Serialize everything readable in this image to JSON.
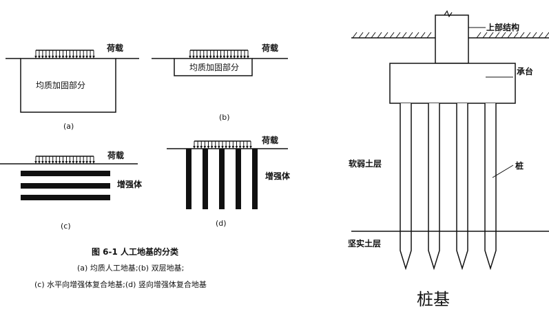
{
  "left_figure": {
    "load": "荷载",
    "uniform_part": "均质加固部分",
    "reinforced": "增强体",
    "labels": {
      "a": "(a)",
      "b": "(b)",
      "c": "(c)",
      "d": "(d)"
    },
    "caption_title": "图 6-1    人工地基的分类",
    "caption_line1": "(a) 均质人工地基;(b) 双层地基;",
    "caption_line2": "(c) 水平向增强体复合地基;(d) 竖向增强体复合地基"
  },
  "right_figure": {
    "superstructure": "上部结构",
    "pile_cap": "承台",
    "soft_layer": "软弱土层",
    "pile": "桩",
    "firm_layer": "坚实土层",
    "title": "桩基"
  }
}
